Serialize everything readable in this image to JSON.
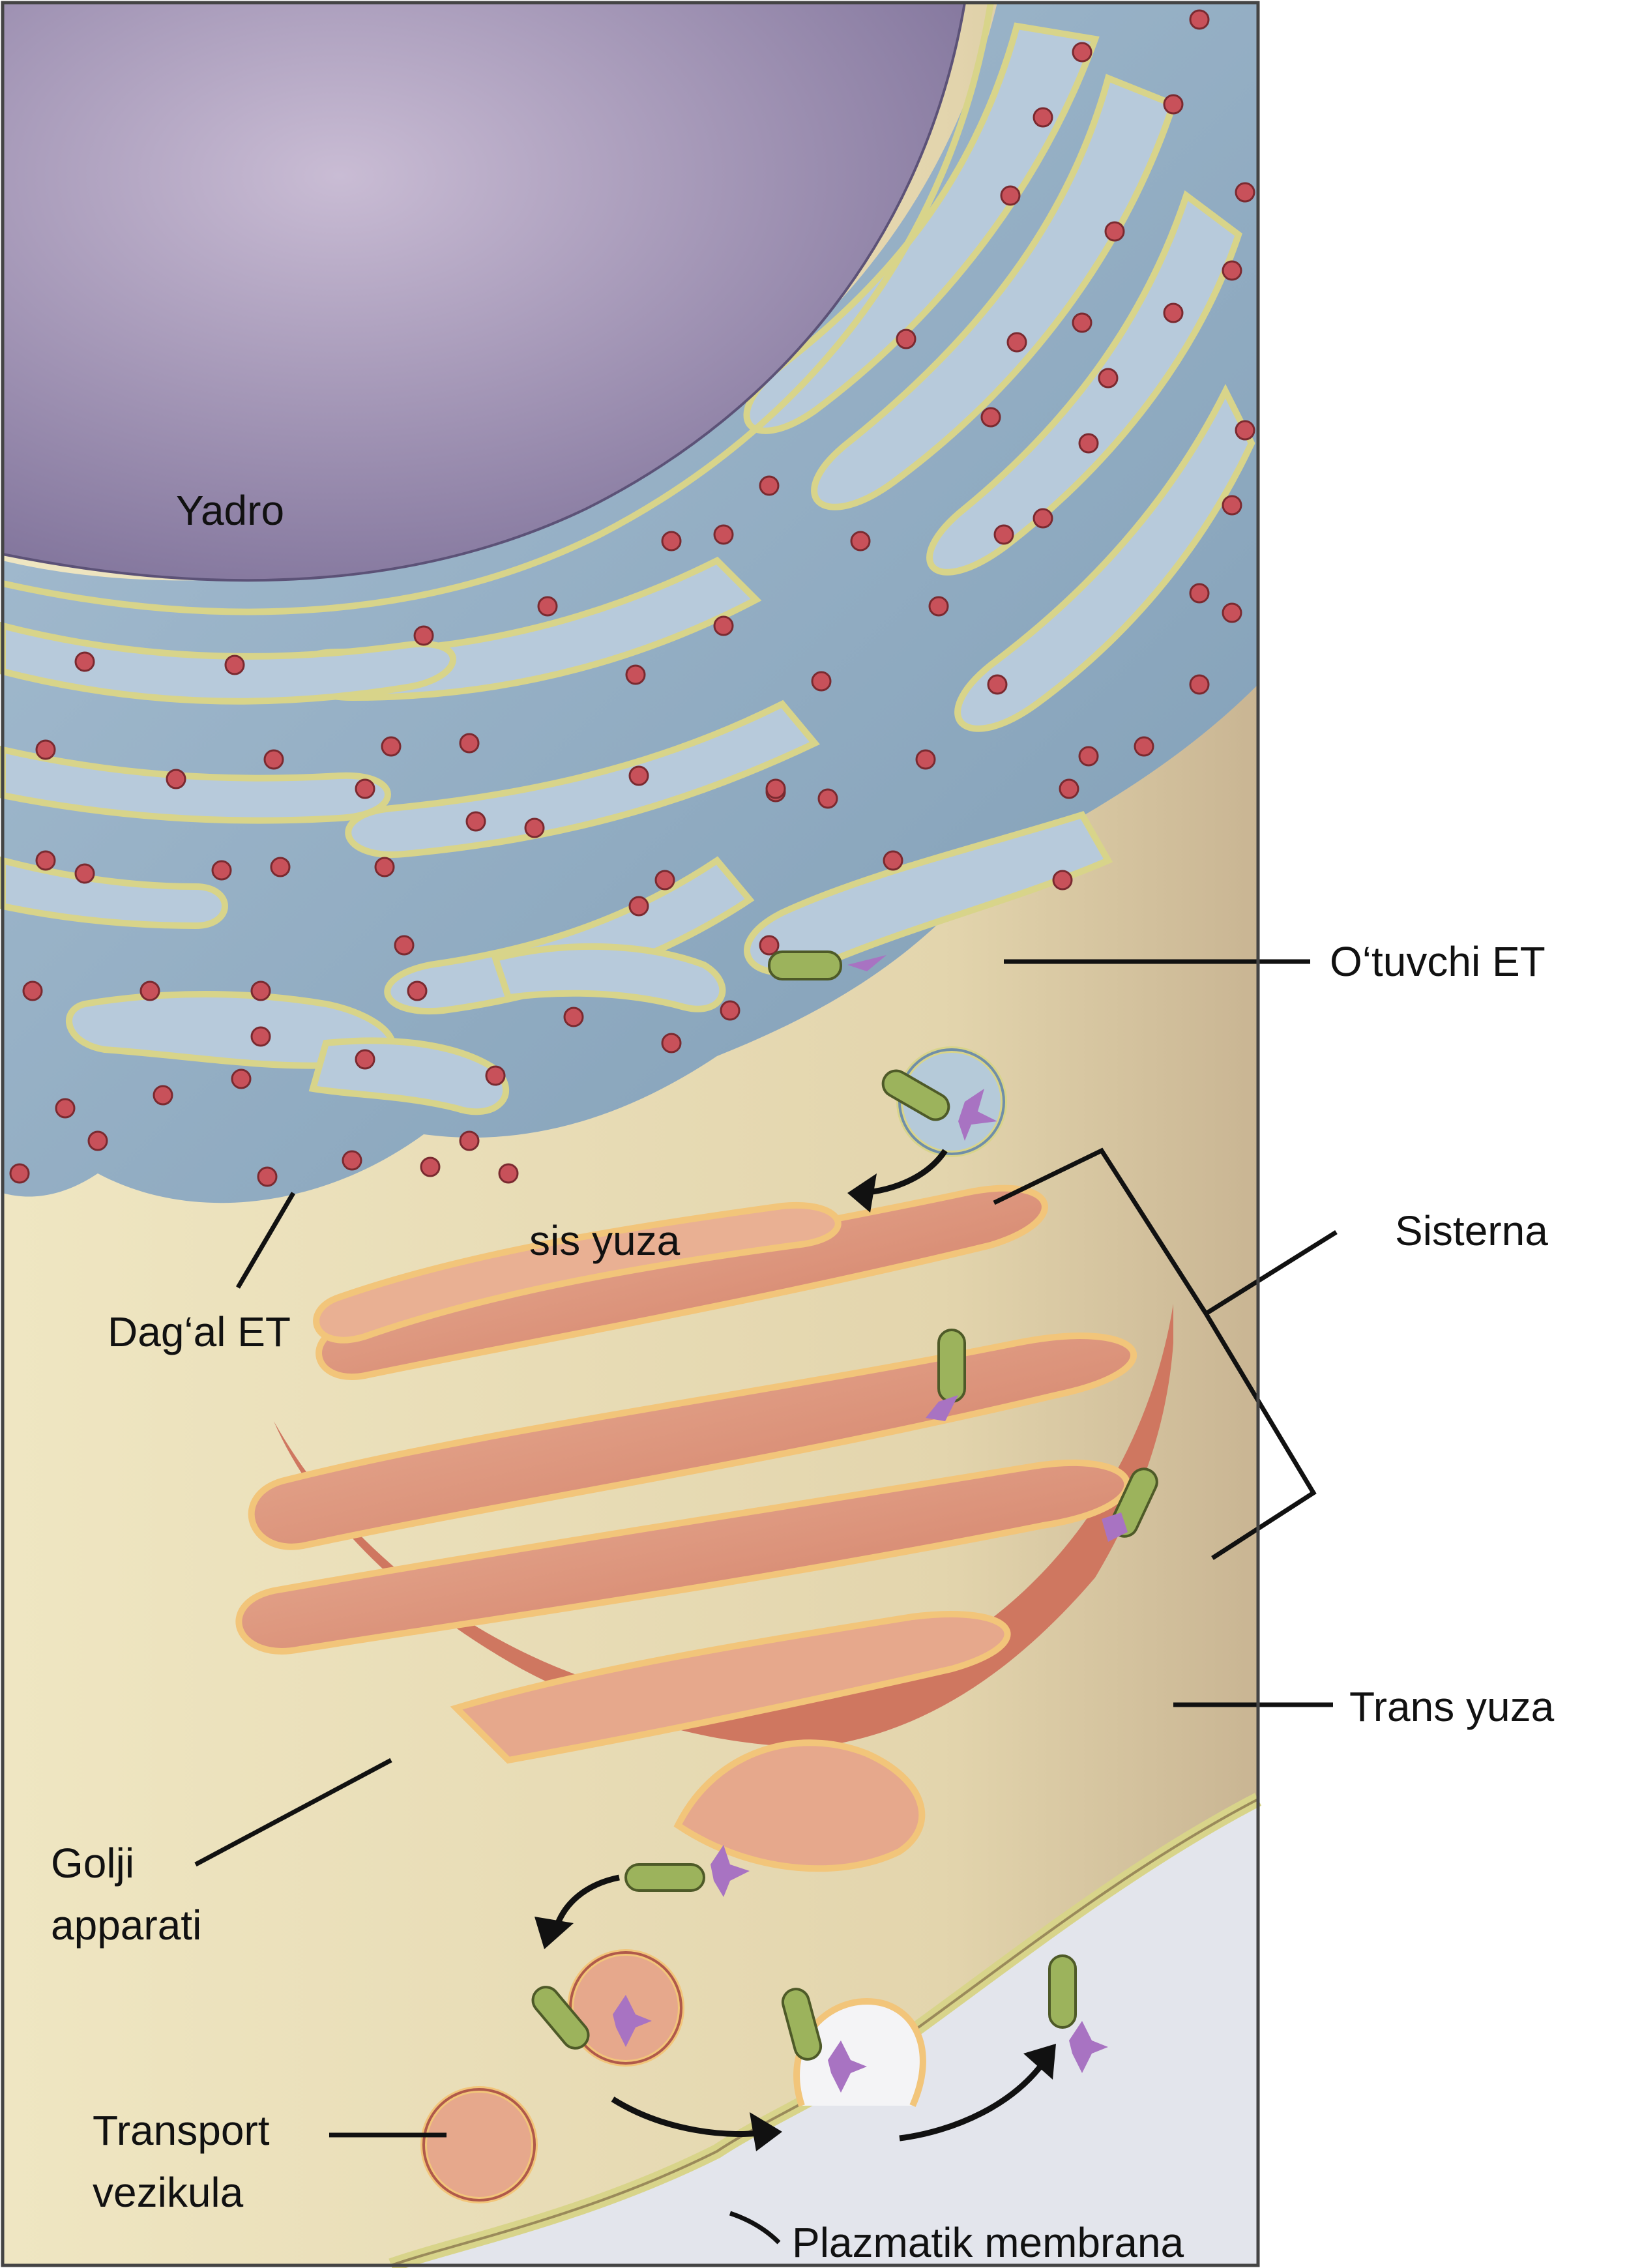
{
  "labels": {
    "yadro": "Yadro",
    "otuvchi_et": "O‘tuvchi ET",
    "sisterna": "Sisterna",
    "sis_yuza": "sis yuza",
    "dagal_et": "Dag‘al ET",
    "trans_yuza": "Trans yuza",
    "golji_line1": "Golji",
    "golji_line2": "apparati",
    "transport_line1": "Transport",
    "transport_line2": "vezikula",
    "plazmatik": "Plazmatik membrana"
  },
  "colors": {
    "nucleus": "#9a8db0",
    "er": "#9fb8cc",
    "er_dark": "#6f8ea8",
    "membrane_line": "#d8d48a",
    "ribosome": "#c0454e",
    "golgi": "#e4a184",
    "golgi_dark": "#cf7760",
    "golgi_line": "#f2c57a",
    "cytoplasm": "#ede3bd",
    "exterior": "#e2e4ec",
    "protein_green": "#9cb35c",
    "cargo_purple": "#a873c2"
  }
}
